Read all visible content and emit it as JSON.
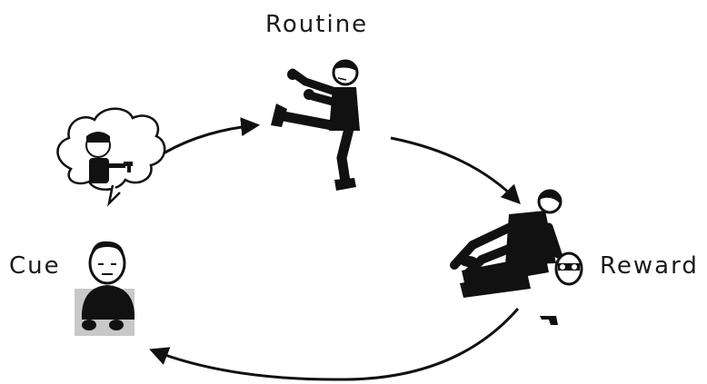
{
  "labels": {
    "routine": "Routine",
    "cue": "Cue",
    "reward": "Reward"
  },
  "colors": {
    "ink": "#111111",
    "cloud_fill": "#ffffff",
    "desk_fill": "#c8c8c8",
    "background": "#ffffff"
  },
  "icons": [
    "thought-cloud-icon",
    "villain-with-gun-icon",
    "person-at-desk-icon",
    "kicking-person-icon",
    "pinned-villain-icon",
    "hero-pinning-icon",
    "dropped-gun-icon"
  ]
}
